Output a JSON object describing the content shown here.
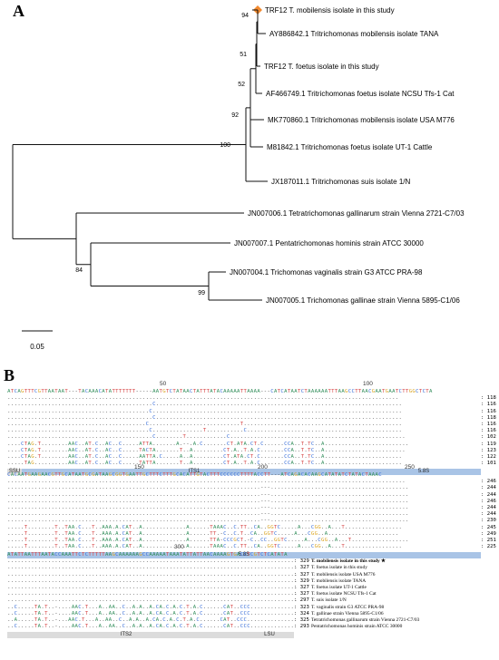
{
  "panels": {
    "a": "A",
    "b": "B"
  },
  "tree": {
    "colors": {
      "branch": "#111111",
      "marker": "#f28a30"
    },
    "leaves": [
      {
        "label": "TRF12 T. mobilensis isolate in this study",
        "marker": true
      },
      {
        "label": "AY886842.1 Tritrichomonas mobilensis isolate TANA"
      },
      {
        "label": "TRF12 T. foetus isolate in this study"
      },
      {
        "label": "AF466749.1 Tritrichomonas foetus isolate NCSU Tfs-1 Cat"
      },
      {
        "label": "MK770860.1 Tritrichomonas mobilensis isolate USA M776"
      },
      {
        "label": "M81842.1 Tritrichomonas foetus isolate UT-1 Cattle"
      },
      {
        "label": "JX187011.1 Tritrichomonas suis isolate 1/N"
      },
      {
        "label": "JN007006.1 Tetratrichomonas gallinarum strain Vienna 2721-C7/03"
      },
      {
        "label": "JN007007.1 Pentatrichomonas hominis strain ATCC 30000"
      },
      {
        "label": "JN007004.1 Trichomonas vaginalis strain G3 ATCC PRA-98"
      },
      {
        "label": "JN007005.1 Trichomonas gallinae strain Vienna 5895-C1/06"
      }
    ],
    "bootstraps": [
      "94",
      "51",
      "52",
      "92",
      "100",
      "84",
      "99"
    ],
    "scale_label": "0.05"
  },
  "alignment": {
    "colors": {
      "A": "#2e8b57",
      "T": "#d64545",
      "C": "#3a6fd8",
      "G": "#d9a21b",
      "dot": "#444444",
      "dash": "#444444"
    },
    "blocks": [
      {
        "ruler": [
          "50",
          "100"
        ],
        "consensus": "ATCAGTTTCGTTAATAAT---TACAAACATATTTTTTT-----AATGTCTATAACTATTTATACAAAAATTAAAA---CATCATAATCTAAAAAATTTAAGCCTTAACGAATGAATCTTGGCTCTA",
        "rows": [
          {
            "seq": "....................................................................................................................",
            "num": "118"
          },
          {
            "seq": "...........................................C.........................................................................",
            "num": "116"
          },
          {
            "seq": "..........................................C..........................................................................",
            "num": "116"
          },
          {
            "seq": "...........................................C.........................................................................",
            "num": "118"
          },
          {
            "seq": ".........................................C...........................T...............................................",
            "num": "116"
          },
          {
            "seq": "..........................................C...............T...........C..............................................",
            "num": "116"
          },
          {
            "seq": "...........................................C........T............C....................................................",
            "num": "102"
          },
          {
            "seq": "....CTAG.T........AAC..AT.C..AC..C.....ATTA.......A.--.A.C.......CT.ATA.CT.C......CCA..T.TC..A.........................",
            "num": "119"
          },
          {
            "seq": "....CTAG.T........AAC..AT.C..AC..C.....TACTA.......T..A.........CT.A..T.A.C.......CCA..T.TC..A........................",
            "num": "123"
          },
          {
            "seq": "....CTAG.T........AAC..AT.C..AC..C.....AATTA.C.....A..A.........CT.ATA.CT.C.......CCA..T.TC..A.......................",
            "num": "122"
          },
          {
            "seq": ".....TAG..........AAC..AT.C..AC..C.....TATTA.......T..A.........CT.A..T.A.C.......CCA..T.TC..A.......................",
            "num": "101"
          }
        ],
        "regions": [
          {
            "label": "SSU",
            "style": "gray"
          },
          {
            "label": "ITS1",
            "style": "blue"
          },
          {
            "label": "5.8S",
            "style": "blue"
          }
        ]
      },
      {
        "ruler": [
          "150",
          "200",
          "250"
        ],
        "consensus": "CACAATGAAGAACGTTGCATAATGCGATAAGCGGTGAATTGCTTTCTTTGCACATTGTACTTTCCCCCCTTTTACCTT---ATCAGACACAAGCATATATCTATACTAAAC",
        "rows": [
          {
            "seq": "......................................................................................................................",
            "num": "246"
          },
          {
            "seq": "...........................................................................---.........................................",
            "num": "244"
          },
          {
            "seq": "...........................................................................---.........................................",
            "num": "244"
          },
          {
            "seq": "...........................................................................---.........................................",
            "num": "246"
          },
          {
            "seq": "...........................................................................---.........................................",
            "num": "244"
          },
          {
            "seq": "...........................................................................---.........................................",
            "num": "244"
          },
          {
            "seq": "...........................................................................---.........................................",
            "num": "230"
          },
          {
            "seq": ".....T........T..TAA.C...T..AAA.A.CAT..A.............A......TAAAC..C.TT..CA..GGTC.....A...CGG..A...T.................",
            "num": "245"
          },
          {
            "seq": ".....T........T..TAA.C...T..AAA.A.CAT..A.............A......TT.-C..C.T..CA..GGTC.....A...CGG..A.....................",
            "num": "249"
          },
          {
            "seq": ".....T........T..TAA.C...T..AAA.A.CAT..A.............A......TTA-CCCGCT.-C..CC..GGTC.....A...CGG..A...T.................",
            "num": "251"
          },
          {
            "seq": ".....T........T..TAA.C...T..AAA.A.CAT..A.............A......TAAAC..C.TT..CA..GGTC.....A...CGG..A...T.................",
            "num": "225"
          }
        ],
        "regions": [
          {
            "label": "5.8S",
            "style": "blue"
          }
        ]
      },
      {
        "ruler": [
          "300"
        ],
        "consensus": "ATATTAATTTAATACCAAATTCTCTTTTTAAGCAAAAAAGCCAAAAATAAATATTATTAACAAAAGTGACCTCGTCTCATATA",
        "rows": [
          {
            "seq": ".....................................................................................",
            "num": "329",
            "name": "T. mobilensis isolate in this study ★",
            "bold": true
          },
          {
            "seq": "......................................................................................",
            "num": "327",
            "name": "T. foetus isolate in this study"
          },
          {
            "seq": "......................................................................................",
            "num": "327",
            "name": "T. mobilensis isolate USA M776"
          },
          {
            "seq": "......................................................................................",
            "num": "329",
            "name": "T. mobilensis isolate TANA"
          },
          {
            "seq": "......................................................................................",
            "num": "327",
            "name": "T. foetus isolate UT-1 Cattle"
          },
          {
            "seq": "......................................................................................",
            "num": "327",
            "name": "T. foetus isolate NCSU Tfs-1 Cat"
          },
          {
            "seq": "......................................................................................",
            "num": "297",
            "name": "T. suis isolate 1/N"
          },
          {
            "seq": "..C.....TA.T..-....AAC.T...A..AA..C..A.A..A.CA.C.A.C.T.A.C......CAT..CCC.............",
            "num": "323",
            "name": "T. vaginalis strain G3 ATCC PRA-98"
          },
          {
            "seq": "..C.....TA.T..-....AAC.T...A..AA..C..A.A..A.CA.C.A.C.T.A.C......CAT..CCC.............",
            "num": "324",
            "name": "T. gallinae strain Vienna 5895-C1/06"
          },
          {
            "seq": "..A.....TA.T..-...AAC.T...A..AA..C..A.A..A.CA.C.A.C.T.A.C......CAT..CCC..............",
            "num": "325",
            "name": "Tetratrichomonas gallinarum strain Vienna 2721-C7/03"
          },
          {
            "seq": "..C.....TA.T..-....AAC.T...A..AA..C..A.A..A.CA.C.A.C.T.A.C......CAT..CCC.............",
            "num": "293",
            "name": "Pentatrichomonas hominis strain ATCC 30000"
          }
        ],
        "regions": [
          {
            "label": "ITS2",
            "style": "gray"
          },
          {
            "label": "LSU",
            "style": "gray"
          }
        ]
      }
    ]
  }
}
